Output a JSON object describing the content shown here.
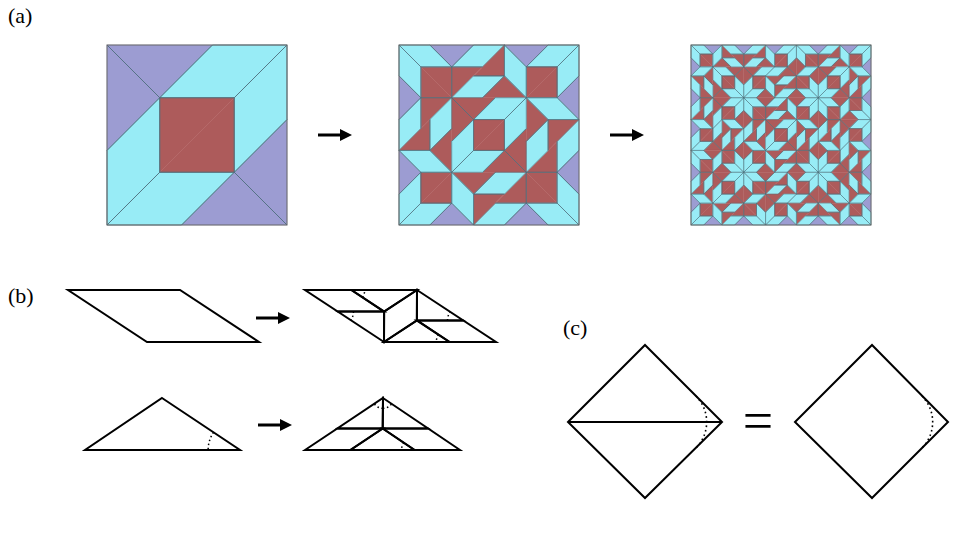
{
  "diagram": {
    "labels": [
      "(a)",
      "(b)",
      "(c)",
      "="
    ]
  }
}
